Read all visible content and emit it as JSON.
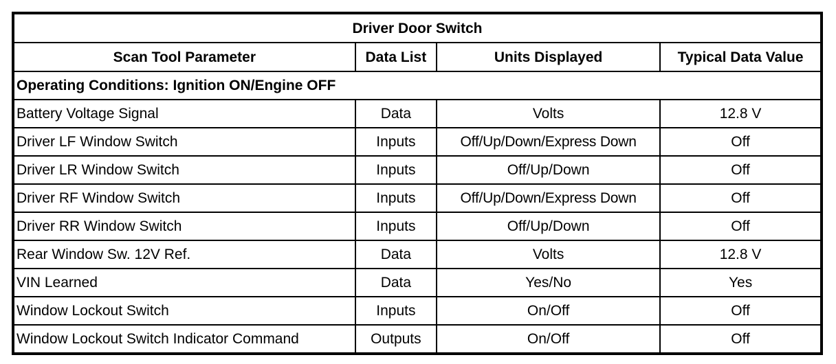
{
  "table": {
    "title": "Driver Door Switch",
    "columns": [
      {
        "key": "parameter",
        "label": "Scan Tool Parameter"
      },
      {
        "key": "data_list",
        "label": "Data List"
      },
      {
        "key": "units",
        "label": "Units Displayed"
      },
      {
        "key": "typical",
        "label": "Typical Data Value"
      }
    ],
    "section_label": "Operating Conditions: Ignition ON/Engine OFF",
    "rows": [
      {
        "parameter": "Battery Voltage Signal",
        "data_list": "Data",
        "units": "Volts",
        "typical": "12.8 V"
      },
      {
        "parameter": "Driver LF Window Switch",
        "data_list": "Inputs",
        "units": "Off/Up/Down/Express Down",
        "typical": "Off"
      },
      {
        "parameter": "Driver LR Window Switch",
        "data_list": "Inputs",
        "units": "Off/Up/Down",
        "typical": "Off"
      },
      {
        "parameter": "Driver RF Window Switch",
        "data_list": "Inputs",
        "units": "Off/Up/Down/Express Down",
        "typical": "Off"
      },
      {
        "parameter": "Driver RR Window Switch",
        "data_list": "Inputs",
        "units": "Off/Up/Down",
        "typical": "Off"
      },
      {
        "parameter": "Rear Window Sw. 12V Ref.",
        "data_list": "Data",
        "units": "Volts",
        "typical": "12.8 V"
      },
      {
        "parameter": "VIN Learned",
        "data_list": "Data",
        "units": "Yes/No",
        "typical": "Yes"
      },
      {
        "parameter": "Window Lockout Switch",
        "data_list": "Inputs",
        "units": "On/Off",
        "typical": "Off"
      },
      {
        "parameter": "Window Lockout Switch Indicator Command",
        "data_list": "Outputs",
        "units": "On/Off",
        "typical": "Off"
      }
    ]
  },
  "style": {
    "border_color": "#000000",
    "background_color": "#ffffff",
    "text_color": "#000000"
  }
}
